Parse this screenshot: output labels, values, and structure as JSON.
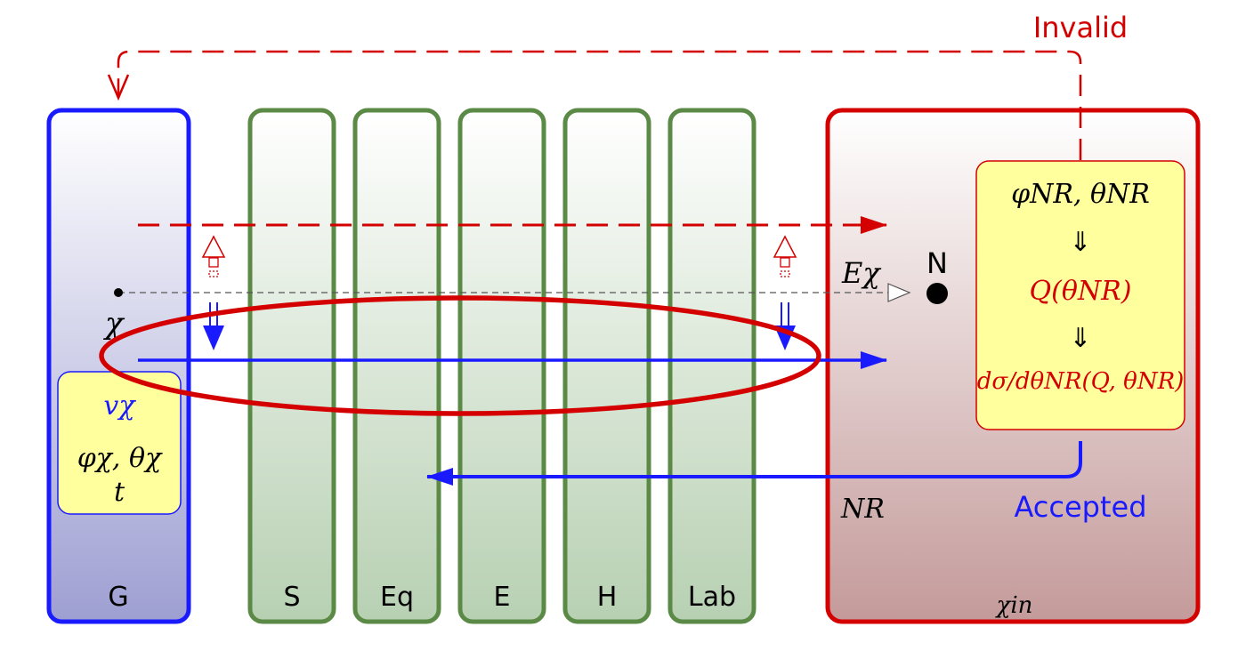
{
  "colors": {
    "blue": "#1a1aff",
    "red": "#d40000",
    "green": "#5a8a46",
    "note_fill": "#ffff9e",
    "black": "#000000"
  },
  "left_box": {
    "label": "G"
  },
  "left_note": {
    "line1": "vχ",
    "line2": "φχ, θχ",
    "line3": "t"
  },
  "chi_label": "χ",
  "layers": [
    {
      "label": "S"
    },
    {
      "label": "Eq"
    },
    {
      "label": "E"
    },
    {
      "label": "H"
    },
    {
      "label": "Lab"
    }
  ],
  "right_box": {
    "label": "χin",
    "nucleus_label": "N",
    "recoil_label": "NR"
  },
  "energy_label": "Eχ",
  "formula": {
    "line1": "φNR, θNR",
    "arrow": "⇓",
    "line2": "Q(θNR)",
    "line3": "dσ/dθNR(Q, θNR)"
  },
  "invalid_label": "Invalid",
  "accepted_label": "Accepted"
}
